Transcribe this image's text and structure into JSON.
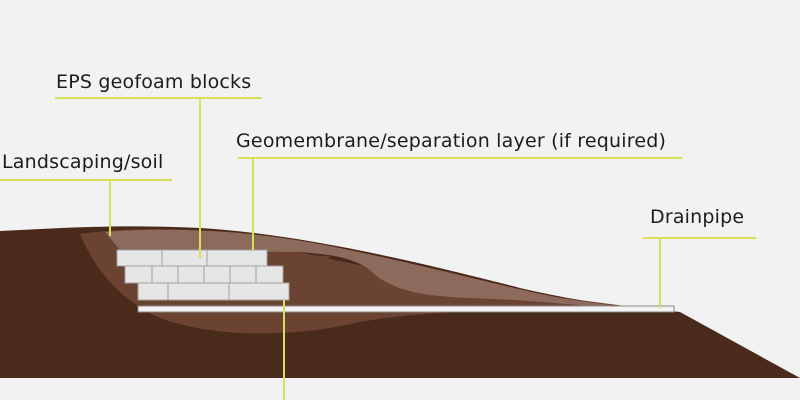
{
  "diagram": {
    "labels": {
      "eps_blocks": "EPS geofoam blocks",
      "geomembrane": "Geomembrane/separation layer (if required)",
      "landscaping": "Landscaping/soil",
      "drainpipe": "Drainpipe"
    },
    "colors": {
      "background": "#f2f2f2",
      "soil_dark": "#4a2a1a",
      "soil_mid": "#6b4332",
      "soil_light": "#8d6b5c",
      "block_fill": "#e6e6e6",
      "block_stroke": "#a0a0a0",
      "leader_line": "#d8e05a"
    }
  }
}
